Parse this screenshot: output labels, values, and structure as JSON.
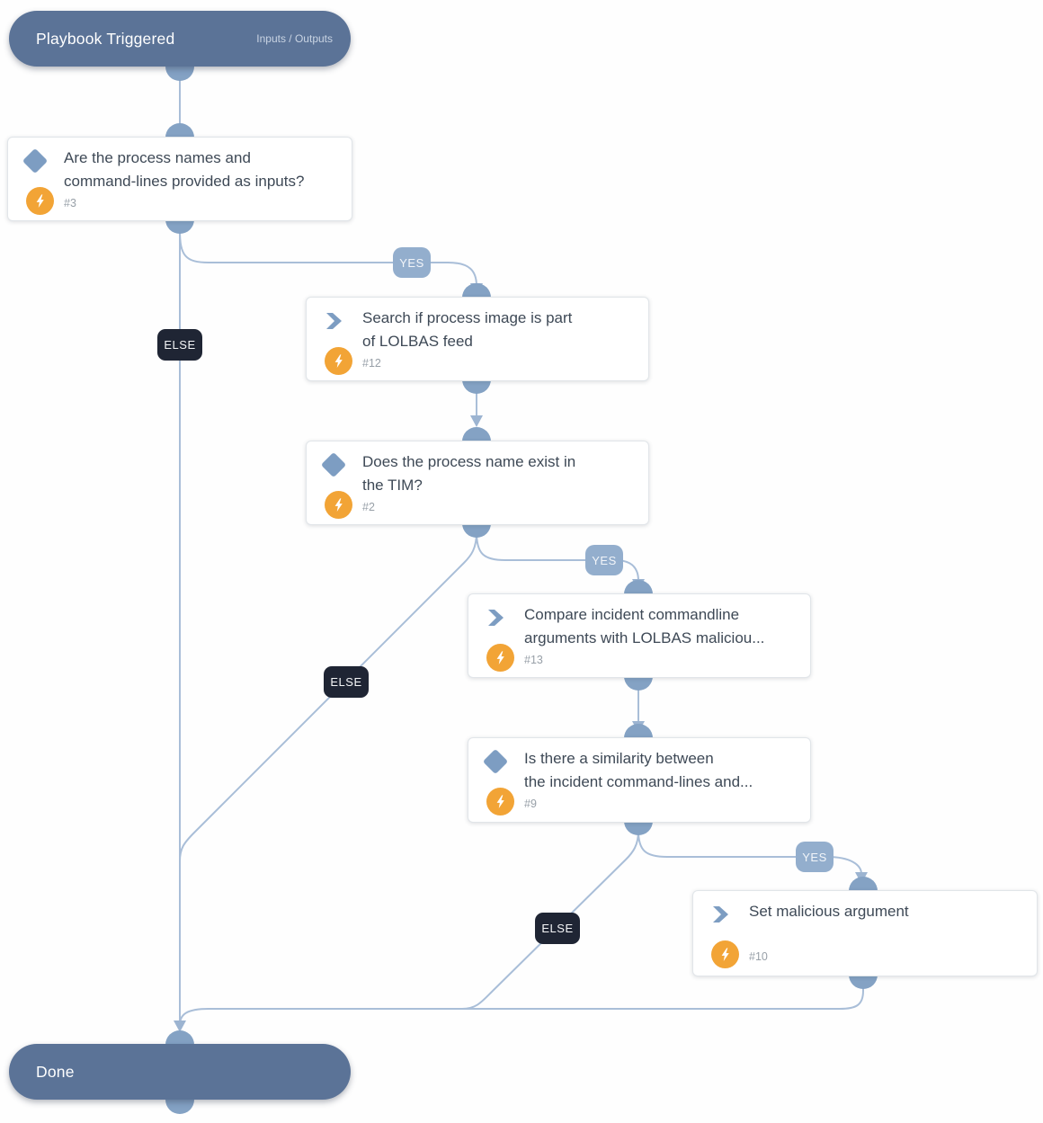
{
  "start_node": {
    "title": "Playbook Triggered",
    "io_link": "Inputs / Outputs"
  },
  "end_node": {
    "title": "Done"
  },
  "labels": {
    "yes": "YES",
    "else": "ELSE"
  },
  "nodes": [
    {
      "id": "#3",
      "type": "condition",
      "title_lines": [
        "Are the process names and",
        "command-lines provided as inputs?"
      ]
    },
    {
      "id": "#12",
      "type": "task",
      "title_lines": [
        "Search if process image is part",
        "of LOLBAS feed"
      ]
    },
    {
      "id": "#2",
      "type": "condition",
      "title_lines": [
        "Does the process name exist in",
        "the TIM?"
      ]
    },
    {
      "id": "#13",
      "type": "task",
      "title_lines": [
        "Compare incident commandline",
        "arguments with LOLBAS maliciou..."
      ]
    },
    {
      "id": "#9",
      "type": "condition",
      "title_lines": [
        "Is there a similarity between",
        "the incident command-lines and..."
      ]
    },
    {
      "id": "#10",
      "type": "task",
      "title_lines": [
        "Set malicious argument",
        ""
      ]
    }
  ],
  "colors": {
    "terminal_pill": "#5b7397",
    "wire_line": "#a9bed8",
    "wire_arrow": "#9cb4d1",
    "connector_bump": "#84a2c4",
    "yes_badge": "#93aecd",
    "else_badge": "#1f2534",
    "condition_icon": "#7d9dc2",
    "automation_bolt": "#f2a436",
    "card_text": "#3e4956",
    "id_text": "#98a0a8"
  }
}
